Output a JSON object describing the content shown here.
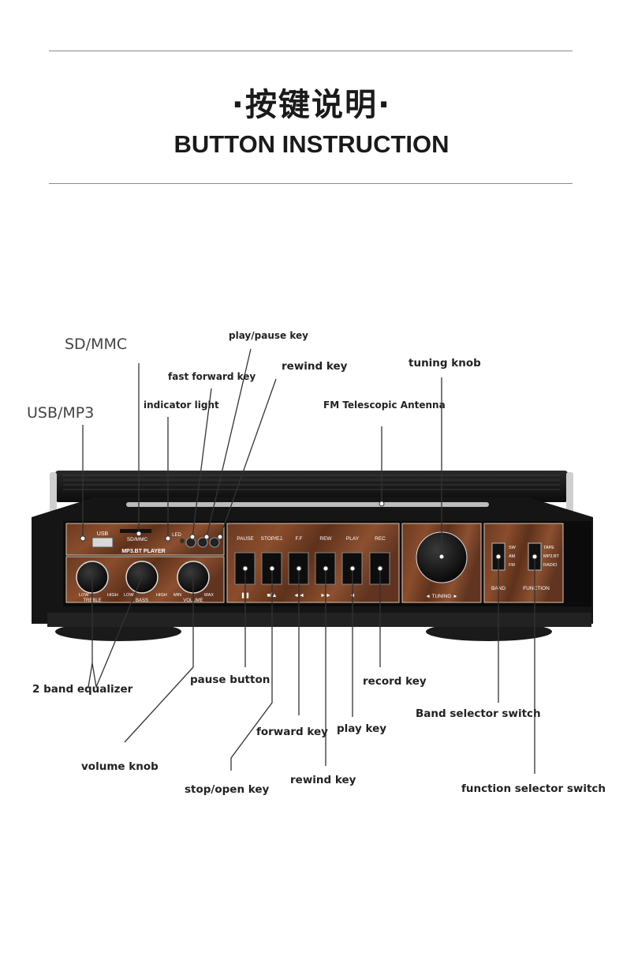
{
  "header": {
    "title_cn": "·按键说明·",
    "title_en": "BUTTON INSTRUCTION"
  },
  "callouts": {
    "sd_mmc": "SD/MMC",
    "usb_mp3": "USB/MP3",
    "play_pause_key": "play/pause key",
    "fast_forward_key": "fast forward key",
    "rewind_key_top": "rewind key",
    "indicator_light": "indicator light",
    "tuning_knob": "tuning knob",
    "fm_antenna": "FM Telescopic Antenna",
    "two_band_equalizer": "2 band equalizer",
    "pause_button": "pause button",
    "record_key": "record key",
    "band_selector_switch": "Band selector switch",
    "forward_key": "forward key",
    "play_key": "play key",
    "volume_knob": "volume knob",
    "function_selector_switch": "function selector switch",
    "rewind_key_bottom": "rewind key",
    "stop_open_key": "stop/open key"
  },
  "device": {
    "usb": "USB",
    "sd_mmc": "SD/MMC",
    "led": "LED",
    "player_name": "MP3.BT PLAYER",
    "treble": "TREBLE",
    "bass": "BASS",
    "volume": "VOLUME",
    "low": "LOW",
    "high": "HIGH",
    "min": "MIN",
    "max": "MAX",
    "pause": "PAUSE",
    "stop_ej": "STOP/EJ.",
    "ff": "F.F",
    "rew": "REW",
    "play": "PLAY",
    "rec": "REC",
    "tuning": "◄ TUNING ►",
    "sw": "SW",
    "am": "AM",
    "fm": "FM",
    "tape": "TAPE",
    "mp3bt": "MP3.BT",
    "radio": "RADIO",
    "band": "BAND",
    "function": "FUNCTION"
  }
}
